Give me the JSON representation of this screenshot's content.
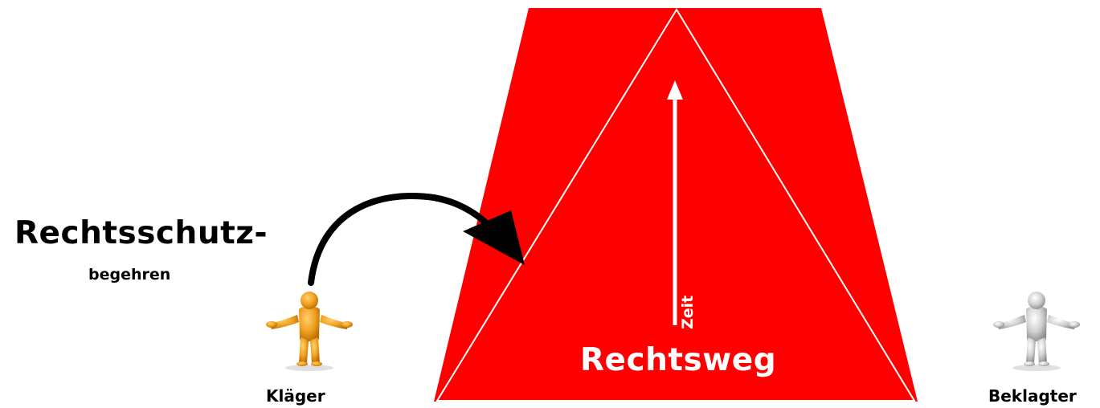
{
  "diagram": {
    "request": {
      "title": "Rechtsschutz-",
      "subtitle": "begehren"
    },
    "plaintiff": {
      "label": "Kläger",
      "figure_color": "#f0a020",
      "icon": "person-shrugging-icon"
    },
    "defendant": {
      "label": "Beklagter",
      "figure_color": "#c8c8c8",
      "icon": "person-shrugging-icon"
    },
    "legal_path": {
      "label": "Rechtsweg",
      "time_label": "Zeit",
      "color": "#ff0000"
    }
  }
}
